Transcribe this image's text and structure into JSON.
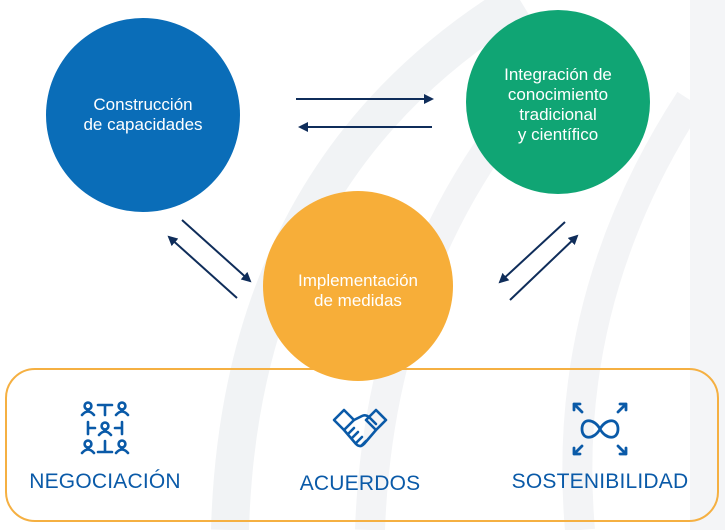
{
  "nodes": {
    "capacidades": {
      "line1": "Construcción",
      "line2": "de capacidades",
      "color": "#0a6db8"
    },
    "integracion": {
      "line1": "Integración de",
      "line2": "conocimiento",
      "line3": "tradicional",
      "line4": "y científico",
      "color": "#10a574"
    },
    "implementacion": {
      "line1": "Implementación",
      "line2": "de medidas",
      "color": "#f7ae39"
    }
  },
  "pillars": [
    {
      "label": "NEGOCIACIÓN",
      "icon": "people-network-icon"
    },
    {
      "label": "ACUERDOS",
      "icon": "handshake-icon"
    },
    {
      "label": "SOSTENIBILIDAD",
      "icon": "infinity-expand-icon"
    }
  ],
  "colors": {
    "arrow": "#0f2d5a",
    "panel_border": "#f5b042",
    "label": "#0a5aa8",
    "icon": "#0a5aa8"
  }
}
